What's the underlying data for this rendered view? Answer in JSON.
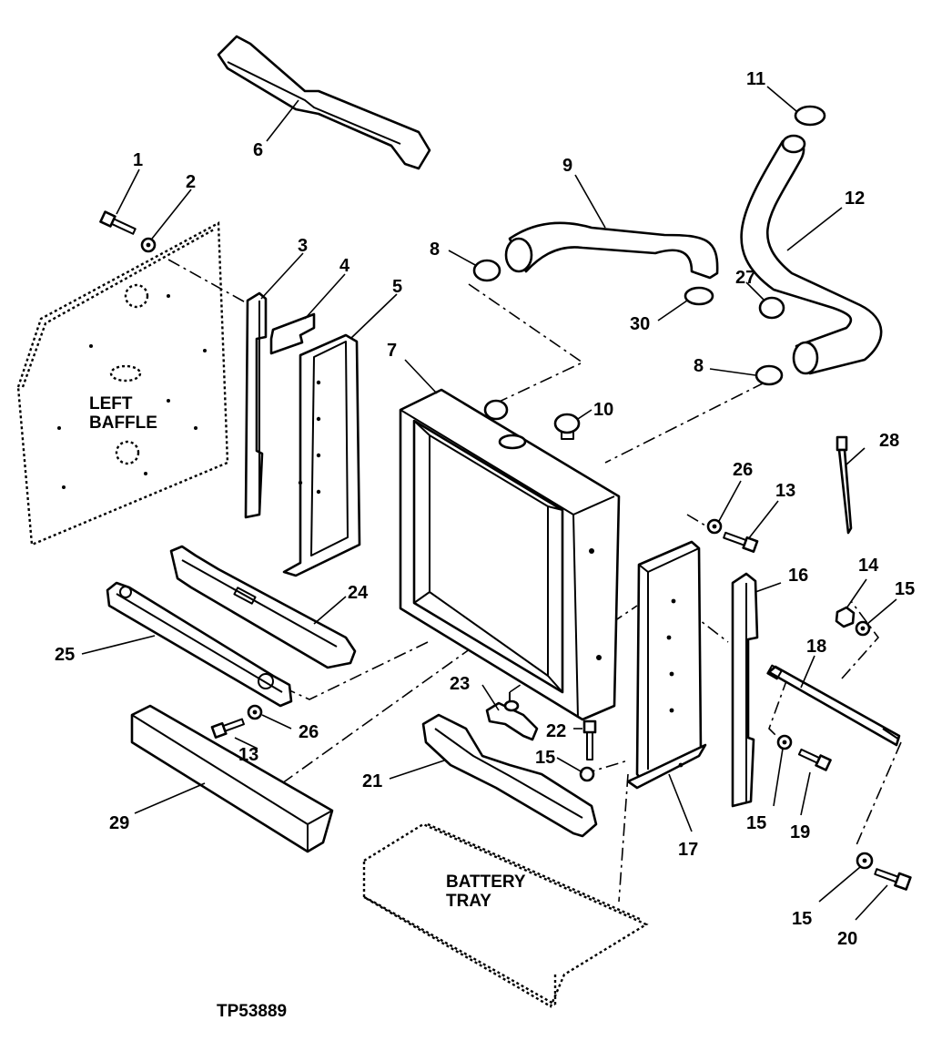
{
  "figure_id": "TP53889",
  "labels": {
    "left_baffle": [
      "LEFT",
      "BAFFLE"
    ],
    "battery_tray": [
      "BATTERY",
      "TRAY"
    ]
  },
  "callouts": {
    "c1": "1",
    "c2": "2",
    "c3": "3",
    "c4": "4",
    "c5": "5",
    "c6": "6",
    "c7": "7",
    "c8a": "8",
    "c8b": "8",
    "c9": "9",
    "c10": "10",
    "c11": "11",
    "c12": "12",
    "c13a": "13",
    "c13b": "13",
    "c14": "14",
    "c15a": "15",
    "c15b": "15",
    "c15c": "15",
    "c15d": "15",
    "c16": "16",
    "c17": "17",
    "c18": "18",
    "c19": "19",
    "c20": "20",
    "c21": "21",
    "c22": "22",
    "c23": "23",
    "c24": "24",
    "c25": "25",
    "c26a": "26",
    "c26b": "26",
    "c27": "27",
    "c28": "28",
    "c29": "29",
    "c30": "30"
  }
}
